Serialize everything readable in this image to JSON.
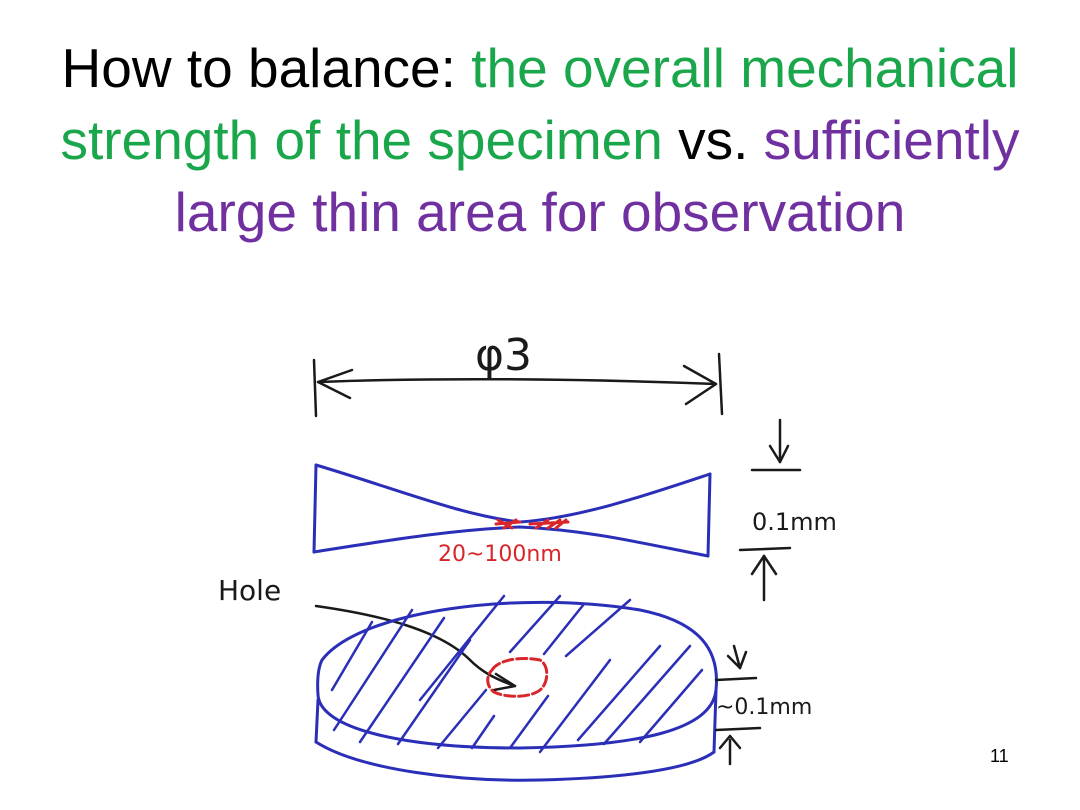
{
  "title": {
    "lead": "How to balance:",
    "part_strength": "the overall mechanical strength of the specimen",
    "connector": "vs.",
    "part_area": "sufficiently large thin area for observation"
  },
  "colors": {
    "text": "#000000",
    "strength": "#1aa64b",
    "area": "#7030a0",
    "ink_blue": "#2b2fb8",
    "ink_red": "#d8262a",
    "ink_black": "#1a1a1a"
  },
  "sketch": {
    "diameter_label": "φ3",
    "thickness_label": "0.1mm",
    "thin_region_label": "20~100nm",
    "hole_label": "Hole",
    "disk_thickness_label": "~0.1mm"
  },
  "page_number": "11"
}
